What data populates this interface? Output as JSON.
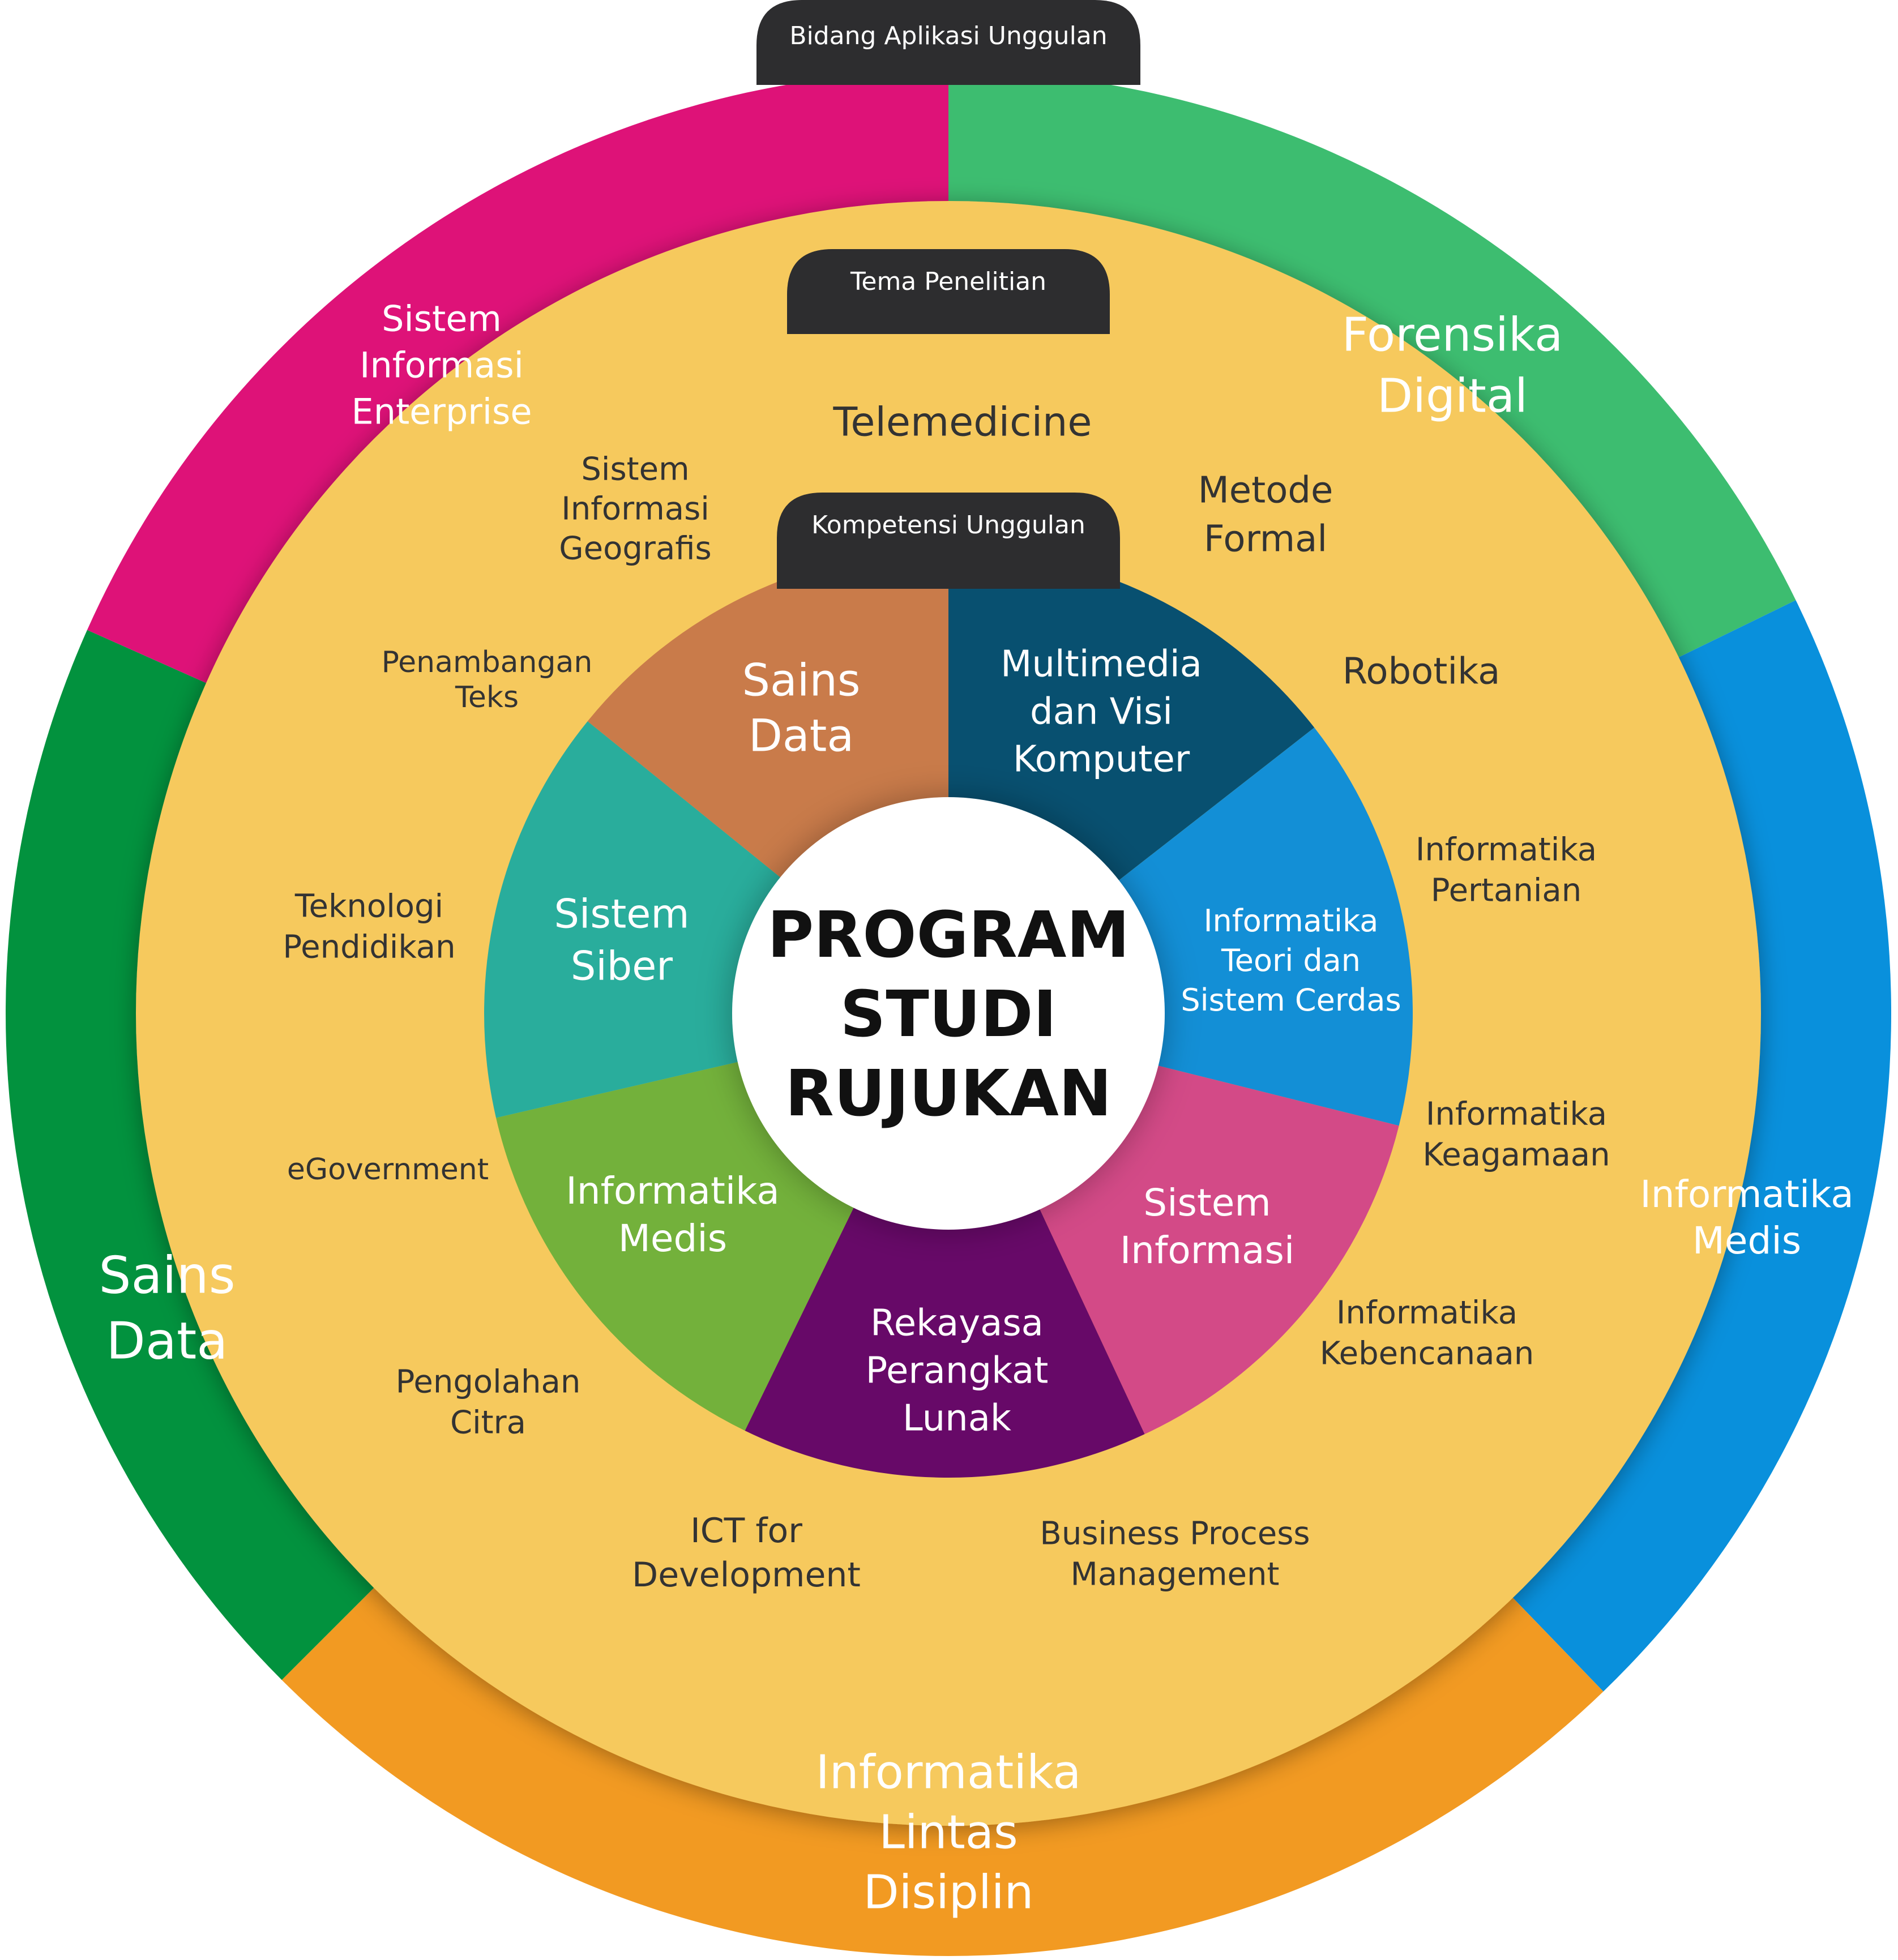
{
  "center": {
    "lines": [
      "PROGRAM",
      "STUDI",
      "RUJUKAN"
    ],
    "color": "#111111"
  },
  "tabs": {
    "outer": "Bidang Aplikasi Unggulan",
    "middle": "Tema Penelitian",
    "inner": "Kompetensi Unggulan"
  },
  "outer_ring": {
    "segments": [
      {
        "name": "forensika-digital",
        "lines": [
          "Forensika",
          "Digital"
        ],
        "color": "#3dbd70",
        "start": 0,
        "end": 64
      },
      {
        "name": "informatika-medis",
        "lines": [
          "Informatika",
          "Medis"
        ],
        "color": "#0990dc",
        "start": 64,
        "end": 136
      },
      {
        "name": "informatika-lintas-disiplin",
        "lines": [
          "Informatika",
          "Lintas",
          "Disiplin"
        ],
        "color": "#f29a22",
        "start": 136,
        "end": 225
      },
      {
        "name": "sains-data",
        "lines": [
          "Sains",
          "Data"
        ],
        "color": "#02923e",
        "start": 225,
        "end": 294
      },
      {
        "name": "sistem-informasi-enterprise",
        "lines": [
          "Sistem",
          "Informasi",
          "Enterprise"
        ],
        "color": "#de1278",
        "start": 294,
        "end": 360
      }
    ]
  },
  "middle_ring": {
    "color": "#f6c95d",
    "themes": [
      {
        "lines": [
          "Telemedicine"
        ]
      },
      {
        "lines": [
          "Metode",
          "Formal"
        ]
      },
      {
        "lines": [
          "Robotika"
        ]
      },
      {
        "lines": [
          "Informatika",
          "Pertanian"
        ]
      },
      {
        "lines": [
          "Informatika",
          "Keagamaan"
        ]
      },
      {
        "lines": [
          "Informatika",
          "Kebencanaan"
        ]
      },
      {
        "lines": [
          "Business Process",
          "Management"
        ]
      },
      {
        "lines": [
          "ICT for",
          "Development"
        ]
      },
      {
        "lines": [
          "Pengolahan",
          "Citra"
        ]
      },
      {
        "lines": [
          "eGovernment"
        ]
      },
      {
        "lines": [
          "Teknologi",
          "Pendidikan"
        ]
      },
      {
        "lines": [
          "Penambangan",
          "Teks"
        ]
      },
      {
        "lines": [
          "Sistem",
          "Informasi",
          "Geografis"
        ]
      }
    ]
  },
  "inner_ring": {
    "segments": [
      {
        "name": "multimedia-dan-visi-komputer",
        "lines": [
          "Multimedia",
          "dan Visi",
          "Komputer"
        ],
        "color": "#085070",
        "start": 0,
        "end": 52
      },
      {
        "name": "informatika-teori-dan-sistem-cerdas",
        "lines": [
          "Informatika",
          "Teori dan",
          "Sistem Cerdas"
        ],
        "color": "#138fd6",
        "start": 52,
        "end": 104
      },
      {
        "name": "sistem-informasi",
        "lines": [
          "Sistem",
          "Informasi"
        ],
        "color": "#d34a87",
        "start": 104,
        "end": 155
      },
      {
        "name": "rekayasa-perangkat-lunak",
        "lines": [
          "Rekayasa",
          "Perangkat",
          "Lunak"
        ],
        "color": "#670968",
        "start": 155,
        "end": 206
      },
      {
        "name": "informatika-medis",
        "lines": [
          "Informatika",
          "Medis"
        ],
        "color": "#73b13b",
        "start": 206,
        "end": 257
      },
      {
        "name": "sistem-siber",
        "lines": [
          "Sistem",
          "Siber"
        ],
        "color": "#29ad9c",
        "start": 257,
        "end": 309
      },
      {
        "name": "sains-data",
        "lines": [
          "Sains",
          "Data"
        ],
        "color": "#c97b4a",
        "start": 309,
        "end": 360
      }
    ]
  }
}
